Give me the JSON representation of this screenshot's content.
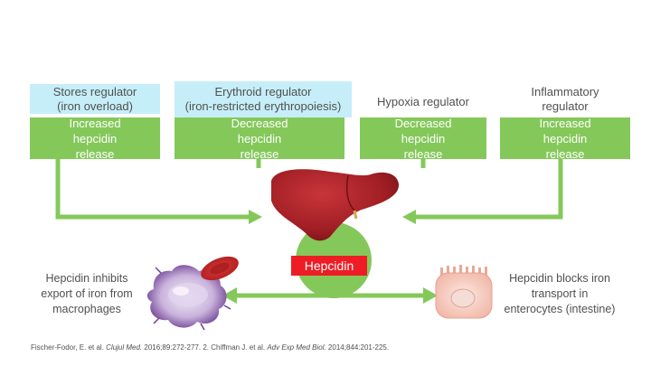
{
  "regulators": [
    {
      "title": "Stores regulator\n(iron overload)",
      "effect": "Increased\nhepcidin\nrelease"
    },
    {
      "title": "Erythroid regulator\n(iron-restricted erythropoiesis)",
      "effect": "Decreased\nhepcidin\nrelease"
    },
    {
      "title": "Hypoxia regulator",
      "effect": "Decreased\nhepcidin\nrelease"
    },
    {
      "title": "Inflammatory\nregulator",
      "effect": "Increased\nhepcidin\nrelease"
    }
  ],
  "hepcidin_label": "Hepcidin",
  "macrophage_text": "Hepcidin inhibits\nexport of iron from\nmacrophages",
  "enterocyte_text": "Hepcidin blocks iron\ntransport in\nenterocytes (intestine)",
  "citation": {
    "part1": "Fischer-Fodor, E. et al. ",
    "journal1": "Clujul Med.",
    "part2": " 2016;89:272-277. 2. Chiffman J. et al. ",
    "journal2": "Adv Exp Med Biol.",
    "part3": " 2014;844:201-225."
  },
  "colors": {
    "regulator_blue": "#c6eef8",
    "effect_green": "#84c85a",
    "arrow_green": "#84c85a",
    "hepcidin_red": "#ee1c24",
    "liver": "#a82226"
  }
}
